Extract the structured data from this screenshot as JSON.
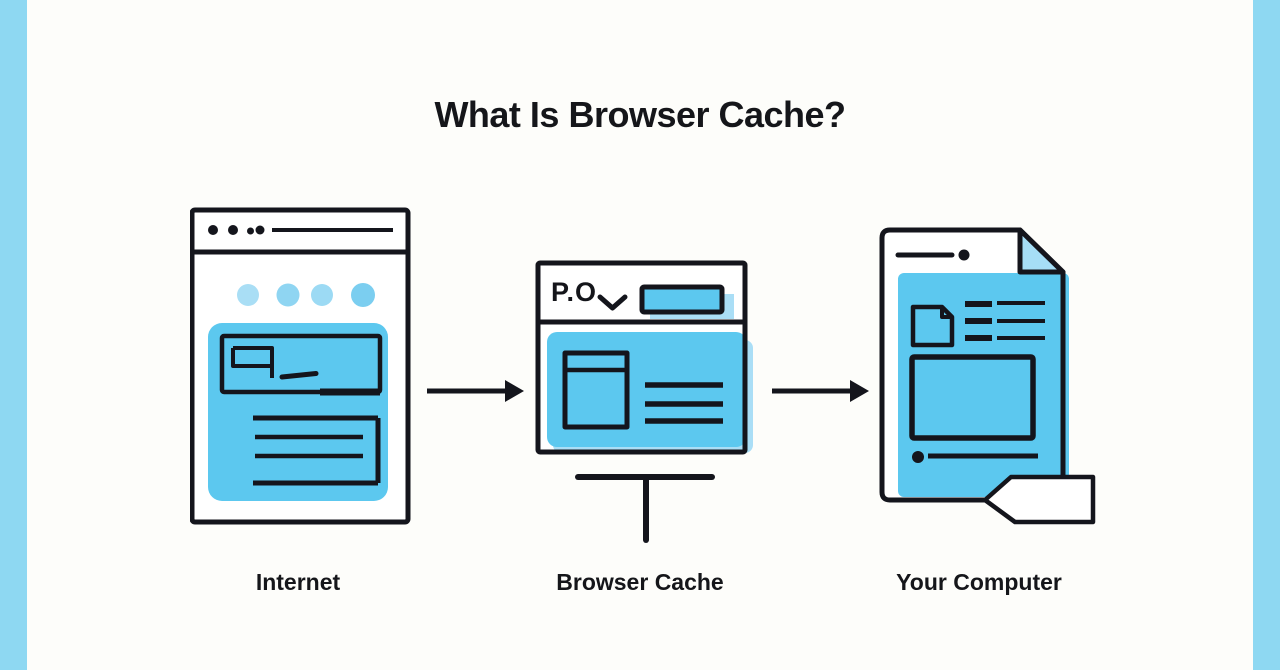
{
  "title": "What Is Browser Cache?",
  "colors": {
    "background": "#fdfdfa",
    "accent_bar": "#8ed8f2",
    "illustration_fill": "#5cc8ef",
    "illustration_fill_light": "#aadef6",
    "stroke": "#14151c",
    "text": "#15161a"
  },
  "diagram": {
    "nodes": [
      {
        "label": "Internet",
        "icon": "browser-window-icon"
      },
      {
        "label": "Browser Cache",
        "icon": "cached-page-icon",
        "toolbar_text": "P.O",
        "toolbar_icon": "chevron-down-icon"
      },
      {
        "label": "Your Computer",
        "icon": "document-file-icon"
      }
    ],
    "arrows": [
      {
        "from": "Internet",
        "to": "Browser Cache",
        "icon": "arrow-right-icon"
      },
      {
        "from": "Browser Cache",
        "to": "Your Computer",
        "icon": "arrow-right-icon"
      }
    ]
  }
}
